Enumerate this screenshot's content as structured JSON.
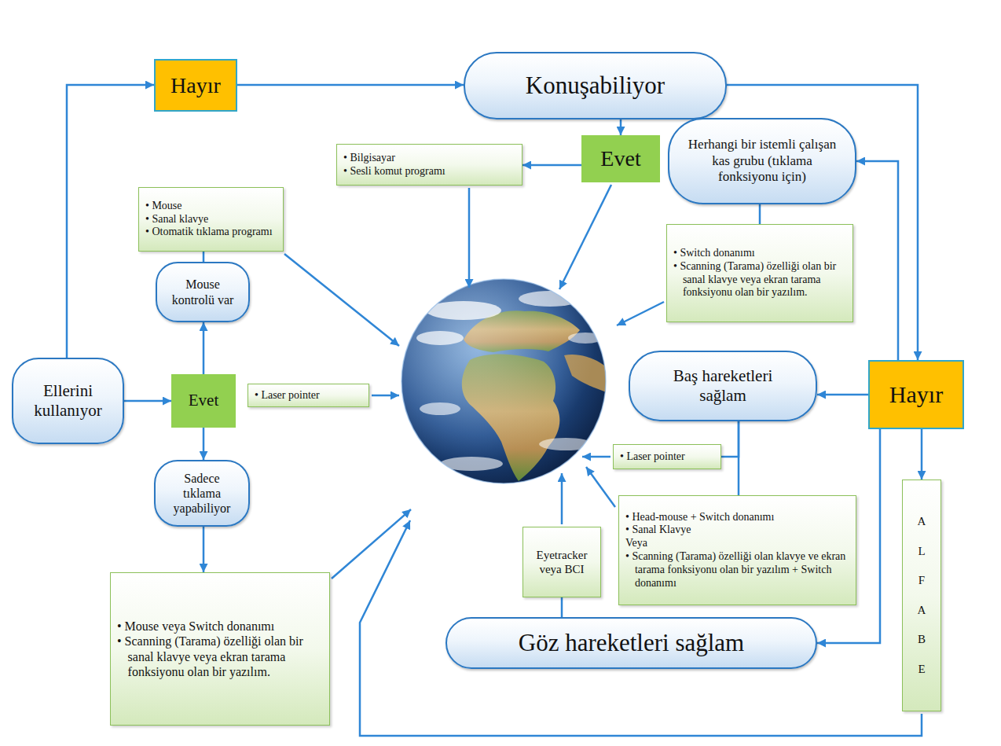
{
  "diagram": {
    "nodes": [
      {
        "text": [
          "Hayır"
        ]
      },
      {
        "text": [
          "Konuşabiliyor"
        ]
      },
      {
        "text": [
          "Evet"
        ]
      },
      {
        "text": [
          "• Bilgisayar",
          "• Sesli komut programı"
        ]
      },
      {
        "text": [
          "Herhangi bir istemli çalışan kas grubu (tıklama fonksiyonu için)"
        ]
      },
      {
        "text": [
          "• Mouse",
          "• Sanal klavye",
          "• Otomatik tıklama programı"
        ]
      },
      {
        "text": [
          "• Switch donanımı",
          "• Scanning (Tarama) özelliği olan bir sanal klavye veya ekran tarama fonksiyonu olan bir yazılım."
        ]
      },
      {
        "text": [
          "Mouse kontrolü var"
        ]
      },
      {
        "text": [
          "Ellerini kullanıyor"
        ]
      },
      {
        "text": [
          "Evet"
        ]
      },
      {
        "text": [
          "• Laser pointer"
        ]
      },
      {
        "text": [
          "Baş hareketleri sağlam"
        ]
      },
      {
        "text": [
          "Hayır"
        ]
      },
      {
        "text": [
          "• Laser pointer"
        ]
      },
      {
        "text": [
          "Sadece tıklama yapabiliyor"
        ]
      },
      {
        "text": [
          "• Head-mouse + Switch donanımı",
          "• Sanal Klavye",
          "Veya",
          "• Scanning (Tarama) özelliği olan klavye ve ekran tarama fonksiyonu olan bir yazılım + Switch donanımı"
        ]
      },
      {
        "text": [
          "Eyetracker veya BCI"
        ]
      },
      {
        "text": [
          "ALFABE"
        ]
      },
      {
        "text": [
          "• Mouse veya Switch donanımı",
          "• Scanning (Tarama) özelliği olan bir sanal klavye veya ekran tarama fonksiyonu olan bir yazılım."
        ]
      },
      {
        "text": [
          "Göz hareketleri sağlam"
        ]
      }
    ],
    "edges": [
      {
        "from": 8,
        "to": 0,
        "arrow": "to"
      },
      {
        "from": 0,
        "to": 1,
        "arrow": "to"
      },
      {
        "from": 1,
        "to": 2,
        "arrow": "to"
      },
      {
        "from": 2,
        "to": 3,
        "arrow": "to"
      },
      {
        "from": 1,
        "to": 12,
        "arrow": "to"
      },
      {
        "from": 12,
        "to": 4,
        "arrow": "to"
      },
      {
        "from": 4,
        "to": 6,
        "arrow": "none"
      },
      {
        "from": 12,
        "to": 11,
        "arrow": "to"
      },
      {
        "from": 12,
        "to": 17,
        "arrow": "to"
      },
      {
        "from": 12,
        "to": 19,
        "arrow": "to"
      },
      {
        "from": 11,
        "to": 13,
        "arrow": "none"
      },
      {
        "from": 11,
        "to": 15,
        "arrow": "none"
      },
      {
        "from": 19,
        "to": 16,
        "arrow": "none"
      },
      {
        "from": 8,
        "to": 9,
        "arrow": "to"
      },
      {
        "from": 9,
        "to": 7,
        "arrow": "to"
      },
      {
        "from": 7,
        "to": 5,
        "arrow": "none"
      },
      {
        "from": 9,
        "to": 14,
        "arrow": "to"
      },
      {
        "from": 14,
        "to": 18,
        "arrow": "to"
      }
    ]
  }
}
